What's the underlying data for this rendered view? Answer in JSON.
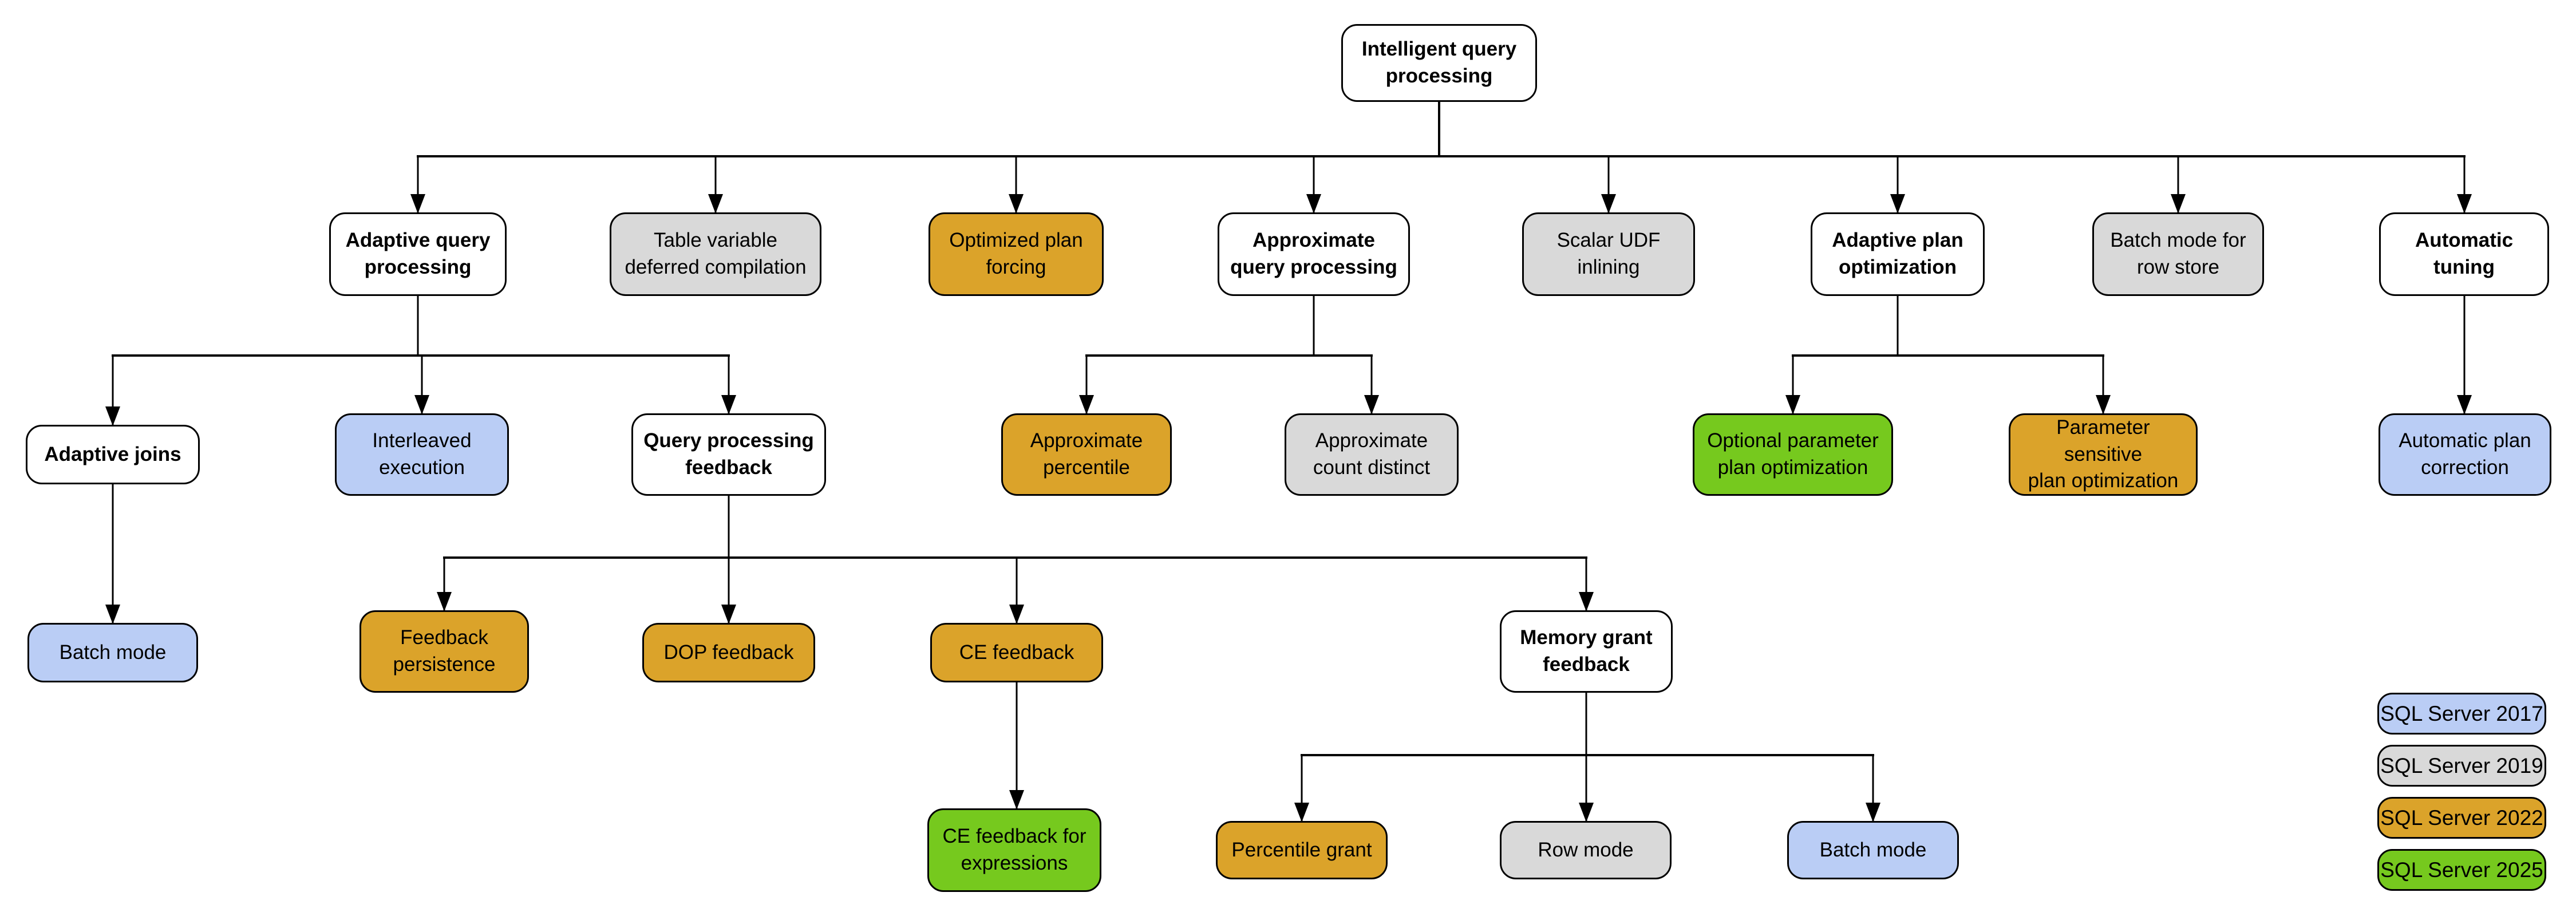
{
  "nodes": {
    "root": {
      "label": "Intelligent query\nprocessing",
      "version": "base"
    },
    "adaptive_query_processing": {
      "label": "Adaptive query\nprocessing",
      "version": "base"
    },
    "table_variable_deferred_compilation": {
      "label": "Table variable\ndeferred compilation",
      "version": "2019"
    },
    "optimized_plan_forcing": {
      "label": "Optimized plan\nforcing",
      "version": "2022"
    },
    "approximate_query_processing": {
      "label": "Approximate\nquery processing",
      "version": "base"
    },
    "scalar_udf_inlining": {
      "label": "Scalar UDF\ninlining",
      "version": "2019"
    },
    "adaptive_plan_optimization": {
      "label": "Adaptive plan\noptimization",
      "version": "base"
    },
    "batch_mode_for_row_store": {
      "label": "Batch mode for\nrow store",
      "version": "2019"
    },
    "automatic_tuning": {
      "label": "Automatic\ntuning",
      "version": "base"
    },
    "adaptive_joins": {
      "label": "Adaptive joins",
      "version": "base"
    },
    "interleaved_execution": {
      "label": "Interleaved\nexecution",
      "version": "2017"
    },
    "query_processing_feedback": {
      "label": "Query processing\nfeedback",
      "version": "base"
    },
    "approximate_percentile": {
      "label": "Approximate\npercentile",
      "version": "2022"
    },
    "approximate_count_distinct": {
      "label": "Approximate\ncount distinct",
      "version": "2019"
    },
    "optional_parameter_plan_optimization": {
      "label": "Optional parameter\nplan optimization",
      "version": "2025"
    },
    "parameter_sensitive_plan_optimization": {
      "label": "Parameter sensitive\nplan optimization",
      "version": "2022"
    },
    "automatic_plan_correction": {
      "label": "Automatic plan\ncorrection",
      "version": "2017"
    },
    "batch_mode_adaptive_joins": {
      "label": "Batch mode",
      "version": "2017"
    },
    "feedback_persistence": {
      "label": "Feedback\npersistence",
      "version": "2022"
    },
    "dop_feedback": {
      "label": "DOP feedback",
      "version": "2022"
    },
    "ce_feedback": {
      "label": "CE feedback",
      "version": "2022"
    },
    "memory_grant_feedback": {
      "label": "Memory grant\nfeedback",
      "version": "base"
    },
    "ce_feedback_for_expressions": {
      "label": "CE feedback for\nexpressions",
      "version": "2025"
    },
    "percentile_grant": {
      "label": "Percentile grant",
      "version": "2022"
    },
    "row_mode": {
      "label": "Row mode",
      "version": "2019"
    },
    "batch_mode_memory_grant": {
      "label": "Batch mode",
      "version": "2017"
    }
  },
  "legend": {
    "items": [
      {
        "label": "SQL Server 2017",
        "version": "2017",
        "color": "#BACDF5"
      },
      {
        "label": "SQL Server 2019",
        "version": "2019",
        "color": "#D9D9D9"
      },
      {
        "label": "SQL Server 2022",
        "version": "2022",
        "color": "#DBA32A"
      },
      {
        "label": "SQL Server 2025",
        "version": "2025",
        "color": "#76C91E"
      }
    ]
  },
  "colors": {
    "node_base": "#FFFFFF",
    "border": "#000000",
    "connector": "#000000"
  }
}
